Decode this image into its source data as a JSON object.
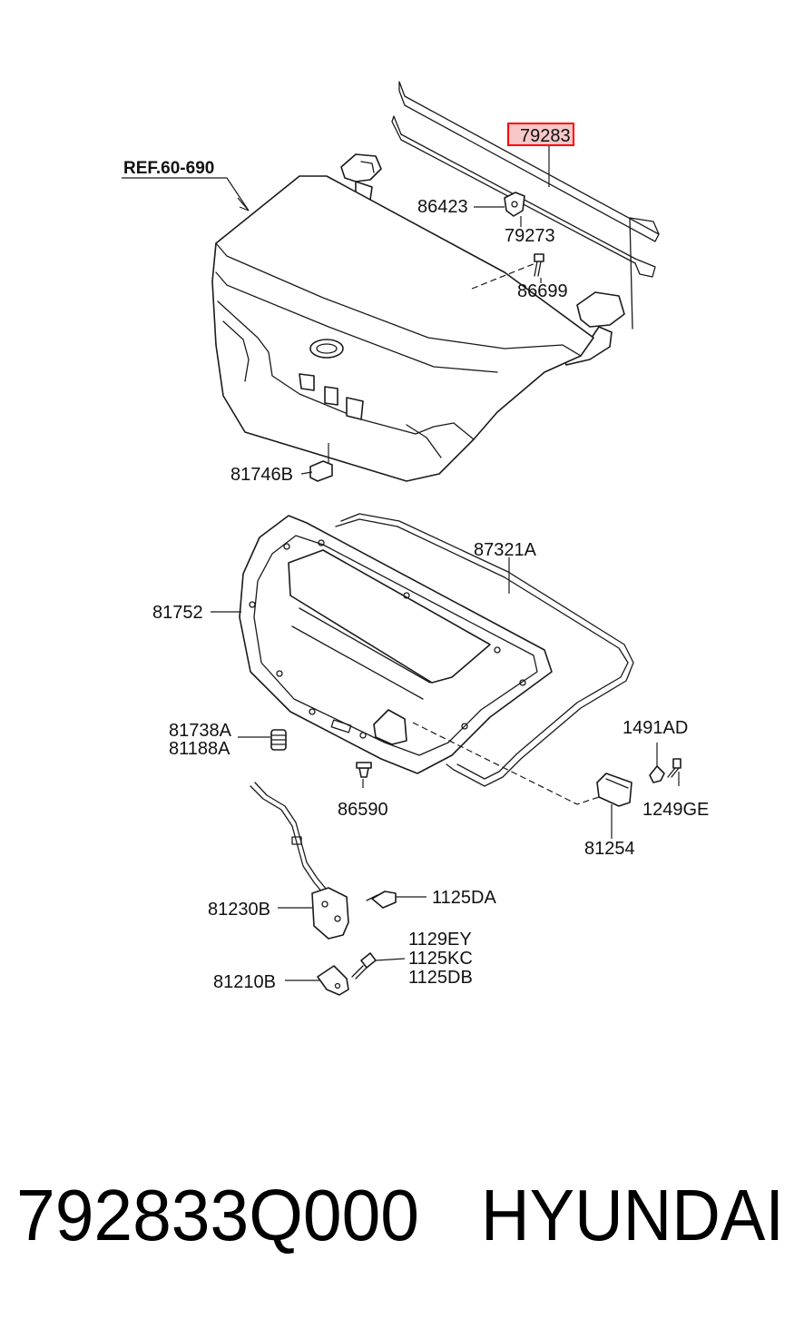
{
  "reference_label": "REF.60-690",
  "highlight_color": "#ff0000",
  "highlight_fill": "#f8c8c8",
  "callouts": {
    "c79283": "79283",
    "c86423": "86423",
    "c79273": "79273",
    "c86699": "86699",
    "c81746B": "81746B",
    "c87321A": "87321A",
    "c81752": "81752",
    "c81738A": "81738A",
    "c81188A": "81188A",
    "c86590": "86590",
    "c1491AD": "1491AD",
    "c1249GE": "1249GE",
    "c81254": "81254",
    "c81230B": "81230B",
    "c1125DA": "1125DA",
    "c1129EY": "1129EY",
    "c1125KC": "1125KC",
    "c1125DB": "1125DB",
    "c81210B": "81210B"
  },
  "footer": {
    "part_number": "792833Q000",
    "brand": "HYUNDAI"
  }
}
